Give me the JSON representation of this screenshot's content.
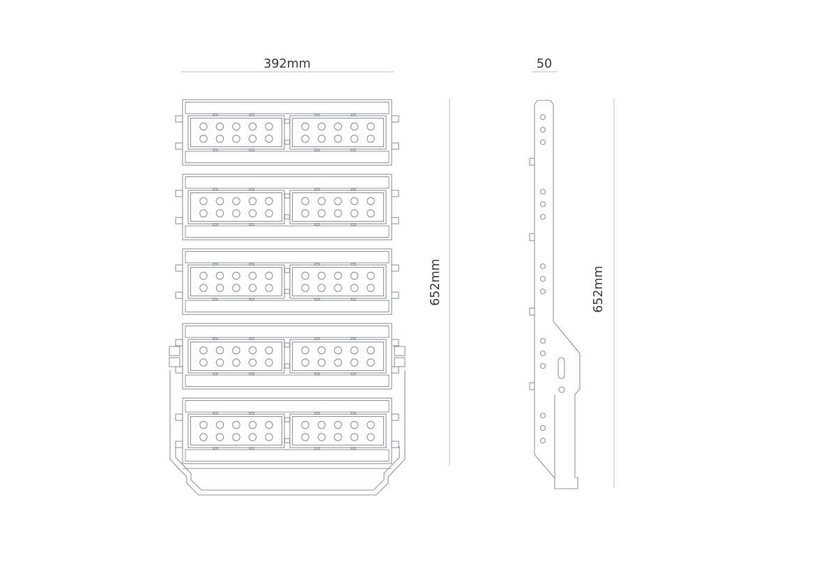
{
  "document": {
    "background": "#ffffff"
  },
  "colors": {
    "line": "#8f9499",
    "dim": "#bcbfc2",
    "text": "#3a3a3a"
  },
  "front_view": {
    "width_dimension": "392mm",
    "height_dimension": "652mm",
    "module_count": 5,
    "panels_per_module": 2,
    "led_rows_per_panel": 2,
    "leds_per_row": 5
  },
  "side_view": {
    "width_dimension": "50",
    "height_dimension": "652mm"
  }
}
